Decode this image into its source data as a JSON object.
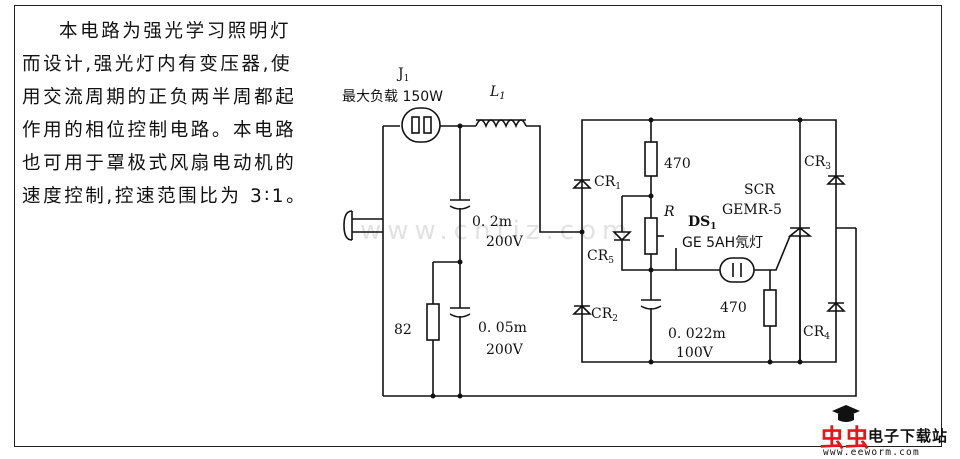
{
  "description": "本电路为强光学习照明灯而设计,强光灯内有变压器,使用交流周期的正负两半周都起作用的相位控制电路。本电路也可用于罩极式风扇电动机的速度控制,控速范围比为 3∶1。",
  "components": {
    "j1_name": "J",
    "j1_sub": "1",
    "j1_rating": "最大负载 150W",
    "l1_name": "L",
    "l1_sub": "1",
    "c1_value": "0. 2m",
    "c1_voltage": "200V",
    "r1_value": "82",
    "c2_value": "0. 05m",
    "c2_voltage": "200V",
    "cr1": "CR",
    "cr1_sub": "1",
    "cr2": "CR",
    "cr2_sub": "2",
    "cr3": "CR",
    "cr3_sub": "3",
    "cr4": "CR",
    "cr4_sub": "4",
    "cr5": "CR",
    "cr5_sub": "5",
    "r_top_value": "470",
    "pot_name": "R",
    "ds1_name": "DS",
    "ds1_sub": "1",
    "ds1_desc": "GE 5AH氖灯",
    "scr_label": "SCR",
    "scr_part": "GEMR-5",
    "r_bottom_value": "470",
    "c3_value": "0. 022m",
    "c3_voltage": "100V"
  },
  "watermark": "www.cntiz.com",
  "logo": {
    "brand": "虫虫",
    "name": "电子下载站",
    "url": "www.eeworm.com",
    "brand_color": "#e8141a"
  }
}
